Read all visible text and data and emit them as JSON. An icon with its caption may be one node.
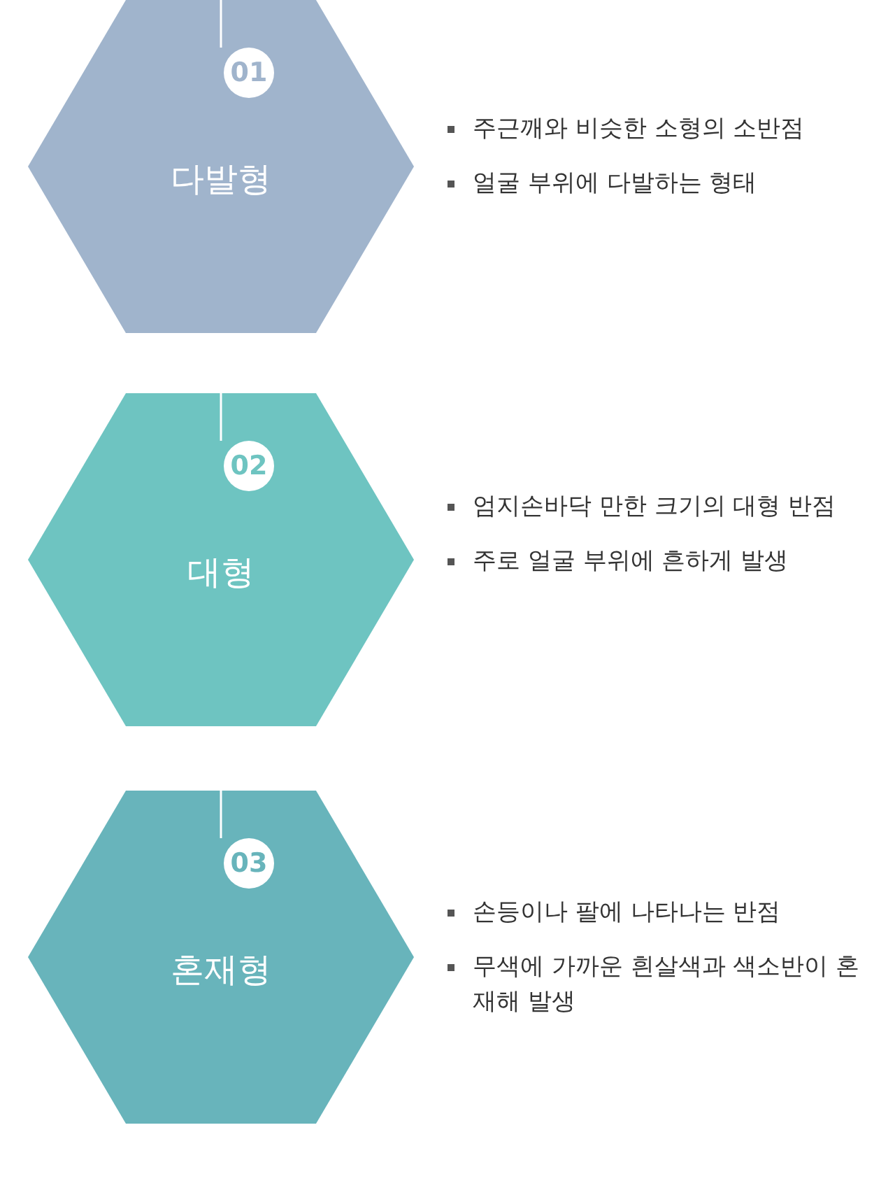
{
  "diagram": {
    "nodes": [
      {
        "text": [
          "01",
          "다발형"
        ],
        "beside": [
          "주근깨와 비슷한 소형의 소반점",
          "얼굴 부위에 다발하는 형태"
        ]
      },
      {
        "text": [
          "02",
          "대형"
        ],
        "beside": [
          "엄지손바닥 만한 크기의 대형 반점",
          "주로 얼굴 부위에 흔하게 발생"
        ]
      },
      {
        "text": [
          "03",
          "혼재형"
        ],
        "beside": [
          "손등이나 팔에 나타나는 반점",
          "무색에 가까운 흰살색과 색소반이 혼재해 발생"
        ]
      }
    ]
  }
}
